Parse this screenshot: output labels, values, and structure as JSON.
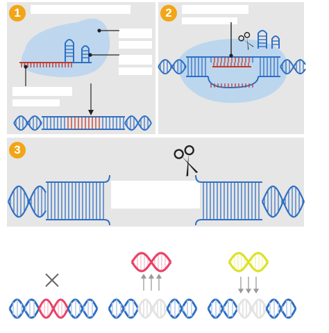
{
  "panels": [
    {
      "number": "1"
    },
    {
      "number": "2"
    },
    {
      "number": "3"
    }
  ],
  "colors": {
    "panel_bg": "#e6e6e6",
    "badge": "#f2a516",
    "dna_blue": "#2e6fc4",
    "target_red": "#c0392b",
    "complex_fill": "#bcd6ee",
    "pink": "#e8436a",
    "yellow": "#dbe22a",
    "faded": "#d4d4d4",
    "cross_mark": "#666666"
  },
  "icons": {
    "cut": "scissors-icon",
    "blocked": "cross-icon",
    "binding": "up-arrows-icon",
    "release": "down-arrows-icon"
  }
}
